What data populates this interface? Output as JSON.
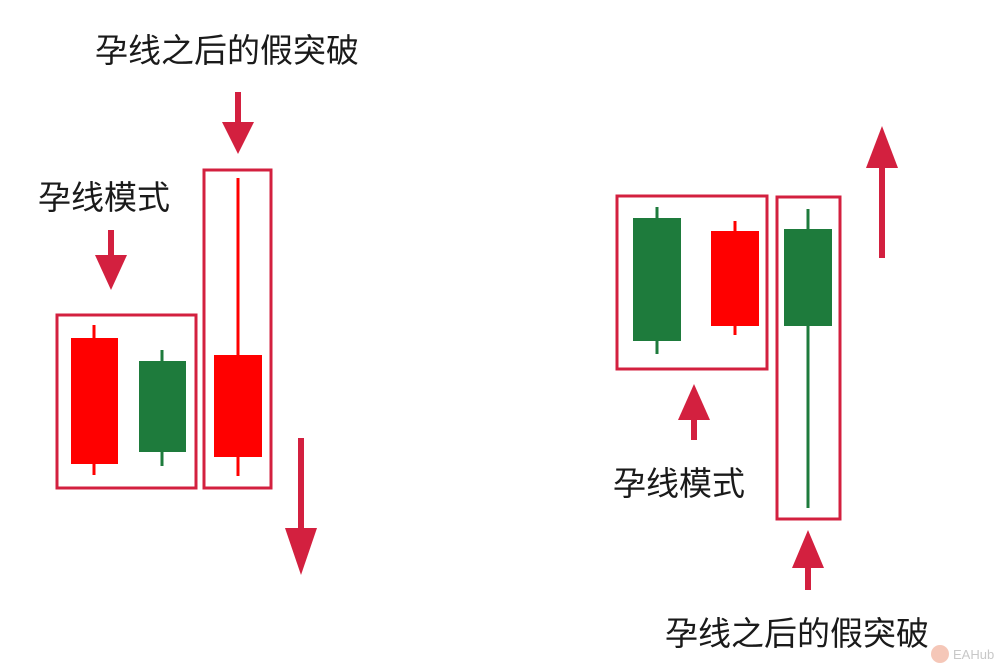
{
  "labels": {
    "left_top": "孕线之后的假突破",
    "left_pattern": "孕线模式",
    "right_pattern": "孕线模式",
    "right_bottom": "孕线之后的假突破"
  },
  "watermark": {
    "text": "EAHub"
  },
  "colors": {
    "bullish": "#ff0000",
    "bearish": "#1e7b3c",
    "frame": "#d3203f",
    "arrow": "#d3203f",
    "text": "#1a1a1a"
  }
}
